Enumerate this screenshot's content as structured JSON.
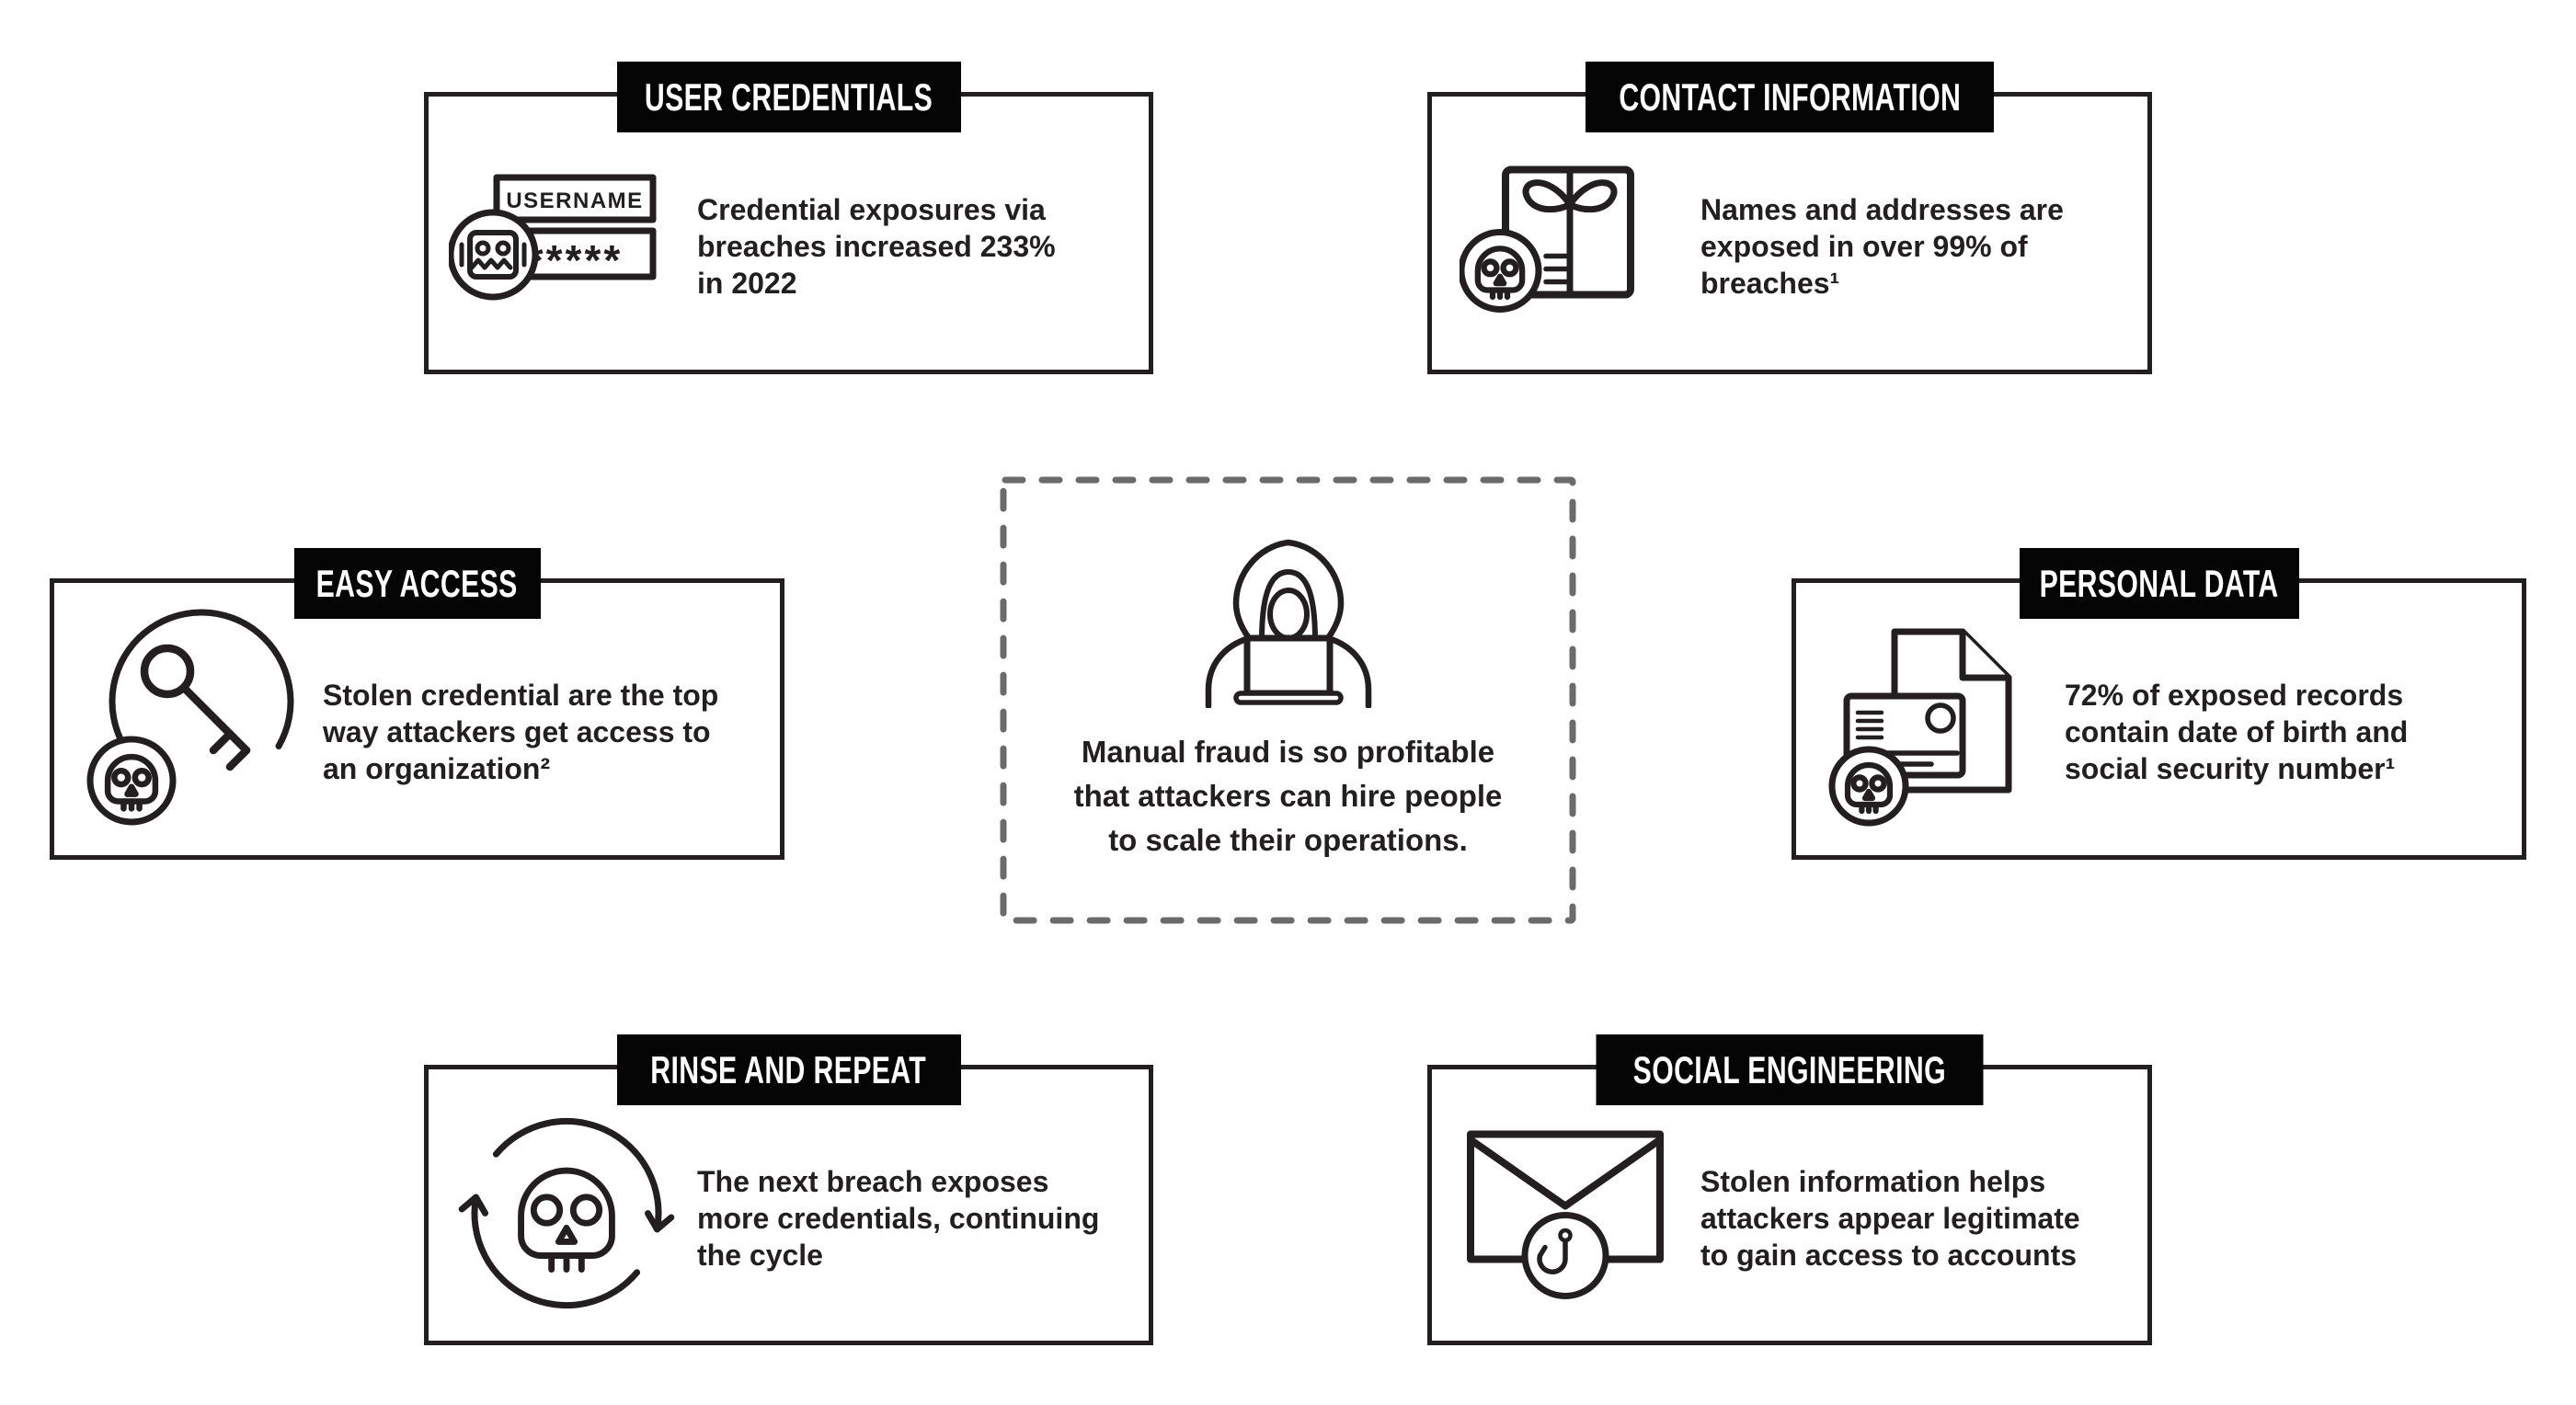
{
  "page": {
    "background": "#ffffff",
    "text_color": "#231f20",
    "bar_color": "#050505",
    "bar_text_color": "#ffffff",
    "dashed_border_color": "#6b6b6b"
  },
  "boxes": [
    {
      "id": "user-credentials",
      "label": "USER CREDENTIALS",
      "body": "Credential exposures via\nbreaches increased 233%\nin 2022",
      "icon": "credentials-skull-icon"
    },
    {
      "id": "contact-information",
      "label": "CONTACT INFORMATION",
      "body": "Names and addresses are\nexposed in over 99% of\nbreaches¹",
      "icon": "gift-skull-icon"
    },
    {
      "id": "easy-access",
      "label": "EASY ACCESS",
      "body": "Stolen credential are the top\nway attackers get access to\nan organization²",
      "icon": "key-skull-icon"
    },
    {
      "id": "personal-data",
      "label": "PERSONAL DATA",
      "body": "72% of exposed records\ncontain date of birth and\nsocial security number¹",
      "icon": "document-card-skull-icon"
    },
    {
      "id": "rinse-and-repeat",
      "label": "RINSE AND REPEAT",
      "body": "The next breach exposes\nmore credentials, continuing\nthe cycle",
      "icon": "skull-cycle-icon"
    },
    {
      "id": "social-engineering",
      "label": "SOCIAL ENGINEERING",
      "body": "Stolen information helps\nattackers appear legitimate\nto gain access to accounts",
      "icon": "envelope-hook-icon"
    }
  ],
  "center": {
    "body": "Manual fraud is so profitable\nthat attackers can hire people\nto scale their operations.",
    "icon": "hooded-hacker-icon"
  },
  "credentials_icon_text": {
    "username": "USERNAME",
    "password": "*****"
  }
}
